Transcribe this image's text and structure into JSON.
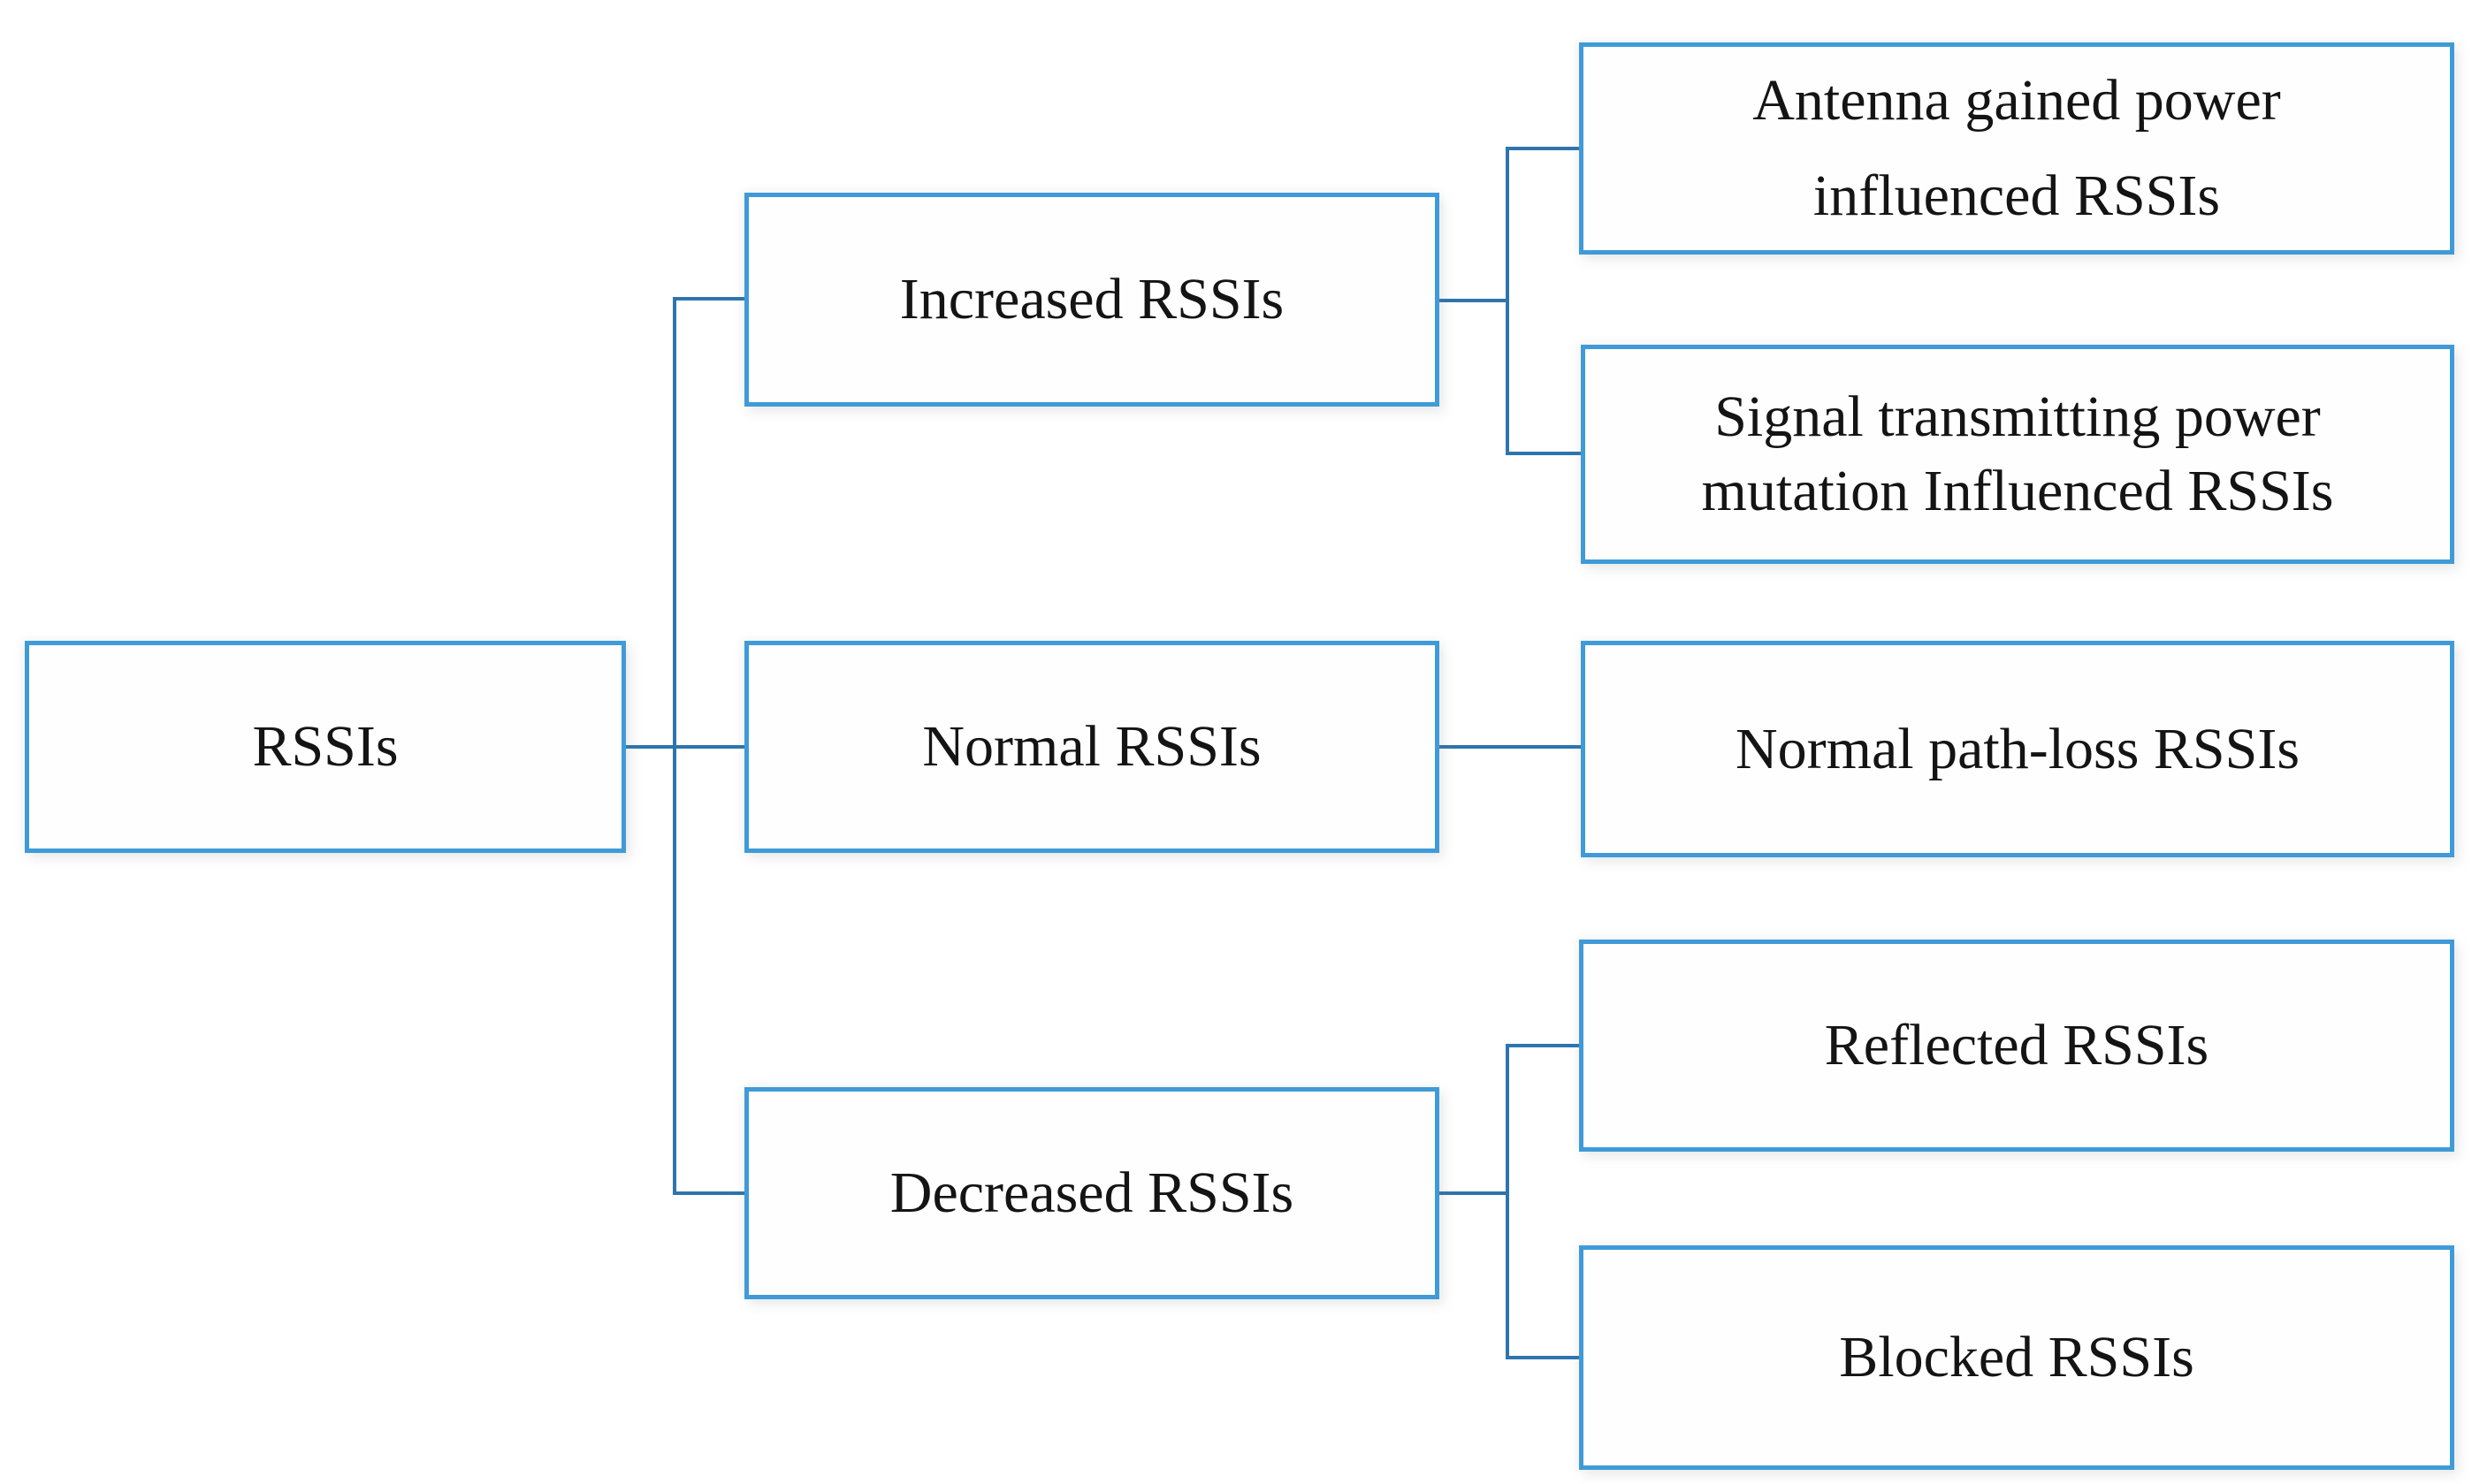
{
  "figure": {
    "background": "#ffffff",
    "box_border_color": "#3f9bd8",
    "connector_color": "#2e74ae",
    "text_color": "#141414"
  },
  "tree": {
    "root": {
      "label": "RSSIs",
      "children": [
        {
          "label": "Increased RSSIs",
          "children": [
            {
              "label_lines": [
                "Antenna gained power",
                "influenced RSSIs"
              ]
            },
            {
              "label_lines": [
                "Signal transmitting power",
                "mutation Influenced RSSIs"
              ]
            }
          ]
        },
        {
          "label": "Normal RSSIs",
          "children": [
            {
              "label": "Normal path-loss RSSIs"
            }
          ]
        },
        {
          "label": "Decreased RSSIs",
          "children": [
            {
              "label": "Reflected RSSIs"
            },
            {
              "label": "Blocked RSSIs"
            }
          ]
        }
      ]
    }
  }
}
